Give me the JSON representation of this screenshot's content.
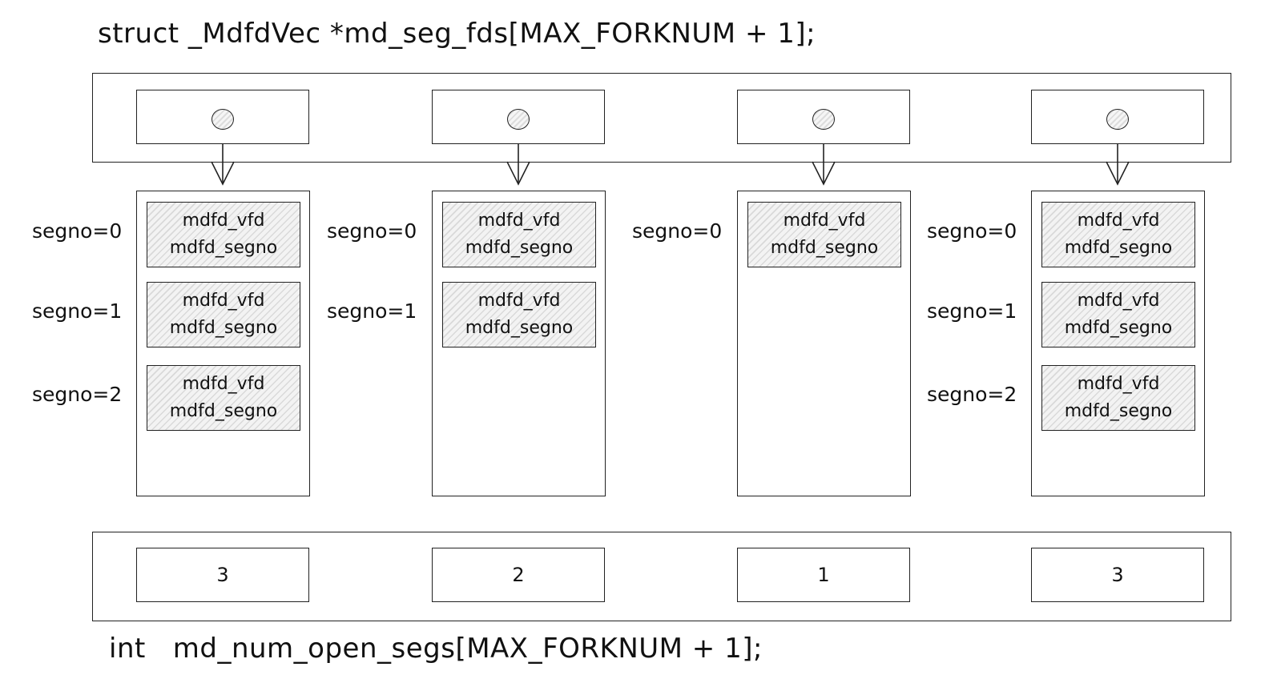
{
  "top_declaration": "struct _MdfdVec *md_seg_fds[MAX_FORKNUM + 1];",
  "bottom_declaration": "int   md_num_open_segs[MAX_FORKNUM + 1];",
  "forks": [
    {
      "open_segs": "3",
      "segments": [
        {
          "label": "segno=0",
          "field1": "mdfd_vfd",
          "field2": "mdfd_segno"
        },
        {
          "label": "segno=1",
          "field1": "mdfd_vfd",
          "field2": "mdfd_segno"
        },
        {
          "label": "segno=2",
          "field1": "mdfd_vfd",
          "field2": "mdfd_segno"
        }
      ]
    },
    {
      "open_segs": "2",
      "segments": [
        {
          "label": "segno=0",
          "field1": "mdfd_vfd",
          "field2": "mdfd_segno"
        },
        {
          "label": "segno=1",
          "field1": "mdfd_vfd",
          "field2": "mdfd_segno"
        }
      ]
    },
    {
      "open_segs": "1",
      "segments": [
        {
          "label": "segno=0",
          "field1": "mdfd_vfd",
          "field2": "mdfd_segno"
        }
      ]
    },
    {
      "open_segs": "3",
      "segments": [
        {
          "label": "segno=0",
          "field1": "mdfd_vfd",
          "field2": "mdfd_segno"
        },
        {
          "label": "segno=1",
          "field1": "mdfd_vfd",
          "field2": "mdfd_segno"
        },
        {
          "label": "segno=2",
          "field1": "mdfd_vfd",
          "field2": "mdfd_segno"
        }
      ]
    }
  ]
}
